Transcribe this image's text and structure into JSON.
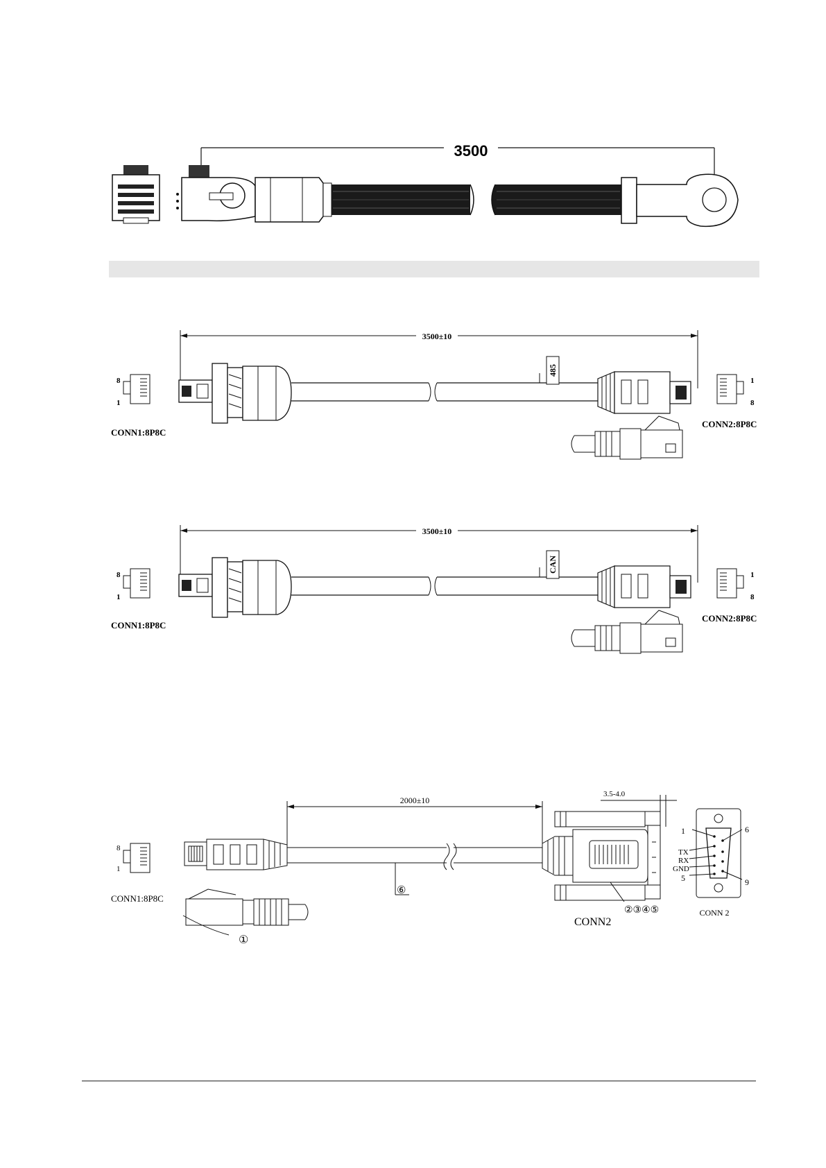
{
  "figure1": {
    "length": "3500"
  },
  "figure2": {
    "length": "3500±10",
    "tag": "485",
    "conn1": "CONN1:8P8C",
    "conn2": "CONN2:8P8C",
    "pin_left_top": "8",
    "pin_left_bottom": "1",
    "pin_right_top": "1",
    "pin_right_bottom": "8"
  },
  "figure3": {
    "length": "3500±10",
    "tag": "CAN",
    "conn1": "CONN1:8P8C",
    "conn2": "CONN2:8P8C",
    "pin_left_top": "8",
    "pin_left_bottom": "1",
    "pin_right_top": "1",
    "pin_right_bottom": "8"
  },
  "figure4": {
    "length": "2000±10",
    "gap": "3.5-4.0",
    "conn1": "CONN1:8P8C",
    "conn2": "CONN2",
    "conn2_face": "CONN 2",
    "pin_left_top": "8",
    "pin_left_bottom": "1",
    "item_cable": "⑥",
    "item_plug": "①",
    "item_dsub": "②③④⑤",
    "pin1": "1",
    "pin5": "5",
    "pin6": "6",
    "pin9": "9",
    "sig_tx": "TX",
    "sig_rx": "RX",
    "sig_gnd": "GND"
  },
  "colors": {
    "line": "#111111",
    "cable": "#1a1a1a",
    "shade": "#e6e6e6"
  }
}
